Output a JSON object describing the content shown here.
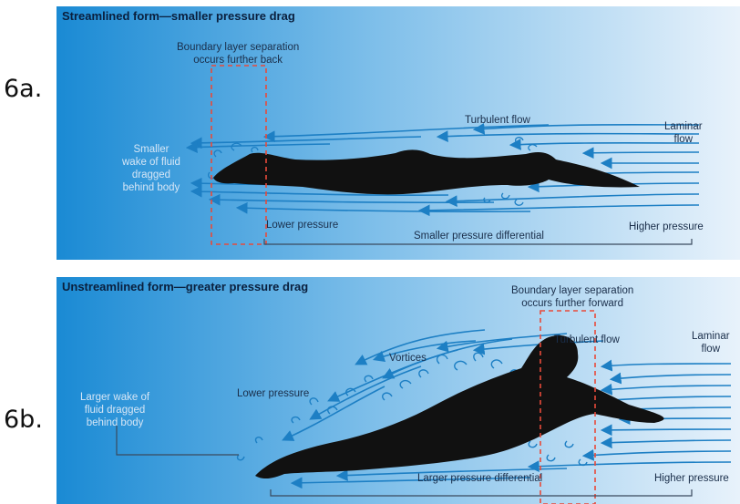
{
  "labels": {
    "a": "6a.",
    "b": "6b."
  },
  "panel_a": {
    "title": "Streamlined form—smaller pressure drag",
    "separation": "Boundary layer separation\noccurs further back",
    "turbulent": "Turbulent flow",
    "laminar": "Laminar\nflow",
    "wake": "Smaller\nwake of fluid\ndragged\nbehind body",
    "lower": "Lower pressure",
    "higher": "Higher pressure",
    "differential": "Smaller pressure differential"
  },
  "panel_b": {
    "title": "Unstreamlined form—greater pressure drag",
    "separation": "Boundary layer separation\noccurs further forward",
    "turbulent": "Turbulent flow",
    "laminar": "Laminar\nflow",
    "vortices": "Vortices",
    "wake": "Larger wake of\nfluid dragged\nbehind body",
    "lower": "Lower pressure",
    "higher": "Higher pressure",
    "differential": "Larger pressure differential"
  },
  "colors": {
    "panel_dark": "#1a8ad4",
    "panel_light": "#e8f2fb",
    "flow": "#1d7fc4",
    "separation": "#e84a3a",
    "swimmer": "#111111"
  }
}
